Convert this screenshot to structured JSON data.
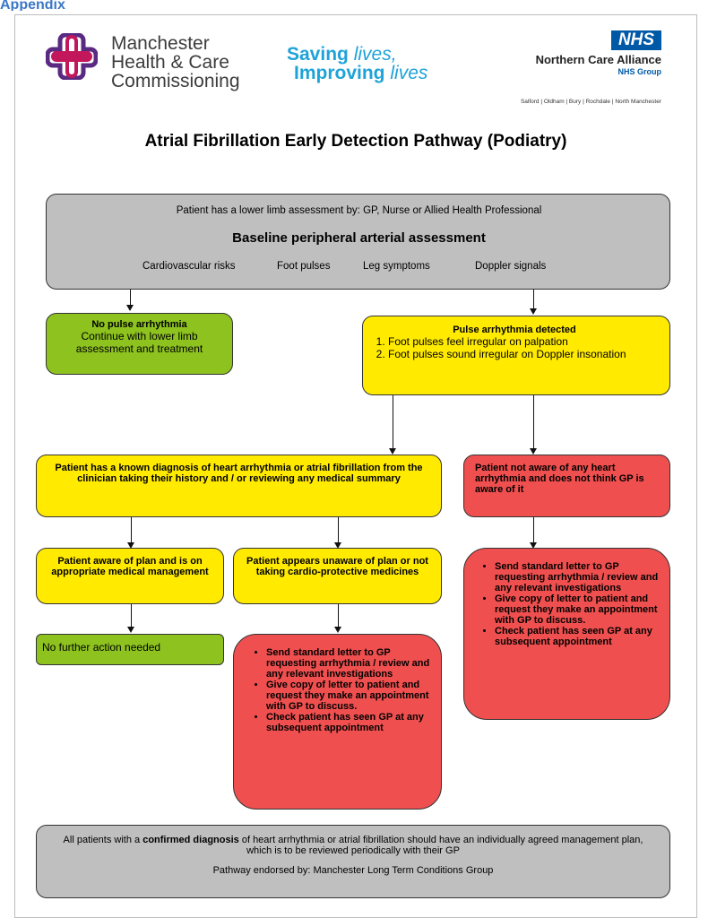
{
  "top_fragment": "Appendix",
  "header": {
    "mhcc": {
      "line1": "Manchester",
      "line2": "Health & Care",
      "line3": "Commissioning"
    },
    "slogan": {
      "line1_strong": "Saving",
      "line1_em": "lives,",
      "line2_strong": "Improving",
      "line2_em": "lives"
    },
    "nhs": {
      "badge": "NHS",
      "org": "Northern Care Alliance",
      "group": "NHS Group",
      "towns": "Salford | Oldham | Bury | Rochdale | North Manchester"
    }
  },
  "title": "Atrial Fibrillation Early Detection Pathway (Podiatry)",
  "top_box": {
    "line1": "Patient has a lower limb assessment by: GP, Nurse or Allied Health Professional",
    "heading": "Baseline peripheral arterial assessment",
    "items": [
      "Cardiovascular risks",
      "Foot pulses",
      "Leg symptoms",
      "Doppler signals"
    ]
  },
  "no_pulse": {
    "heading": "No pulse arrhythmia",
    "text": "Continue with lower limb assessment and treatment"
  },
  "detected": {
    "heading": "Pulse arrhythmia detected",
    "items": [
      "Foot pulses feel irregular on palpation",
      "Foot pulses sound irregular on Doppler insonation"
    ]
  },
  "known_diagnosis": "Patient has a known diagnosis of heart arrhythmia or atrial fibrillation from the clinician taking their history and / or reviewing any medical summary",
  "not_aware": "Patient not aware of any heart arrhythmia and does not think GP is aware of it",
  "aware_plan": "Patient aware of plan and is on appropriate medical management",
  "unaware_plan": "Patient appears unaware of plan or not taking cardio-protective medicines",
  "no_further": "No further action needed",
  "actions_left": [
    "Send standard letter to GP requesting arrhythmia / review and any relevant investigations",
    "Give copy of letter to patient and request they make an appointment with GP to discuss.",
    "Check patient has seen GP at any subsequent appointment"
  ],
  "actions_right": [
    "Send standard letter to GP requesting arrhythmia / review and any relevant investigations",
    "Give copy of letter to patient and request they make an appointment with GP to discuss.",
    "Check patient has seen GP at any subsequent appointment"
  ],
  "bottom_box": {
    "line1_pre": "All patients with a ",
    "line1_strong": "confirmed diagnosis",
    "line1_post": " of heart arrhythmia or atrial fibrillation should have an individually agreed management plan, which is to be reviewed periodically with their GP",
    "line2": "Pathway endorsed by: Manchester Long Term Conditions Group"
  },
  "colors": {
    "grey": "#bfbfbf",
    "green": "#8dc21f",
    "yellow": "#ffea00",
    "red": "#ef4f4f",
    "nhs_blue": "#0059a7",
    "slogan_blue": "#1ea3d8",
    "logo_purple": "#5a2a82",
    "logo_magenta": "#c2185b"
  }
}
